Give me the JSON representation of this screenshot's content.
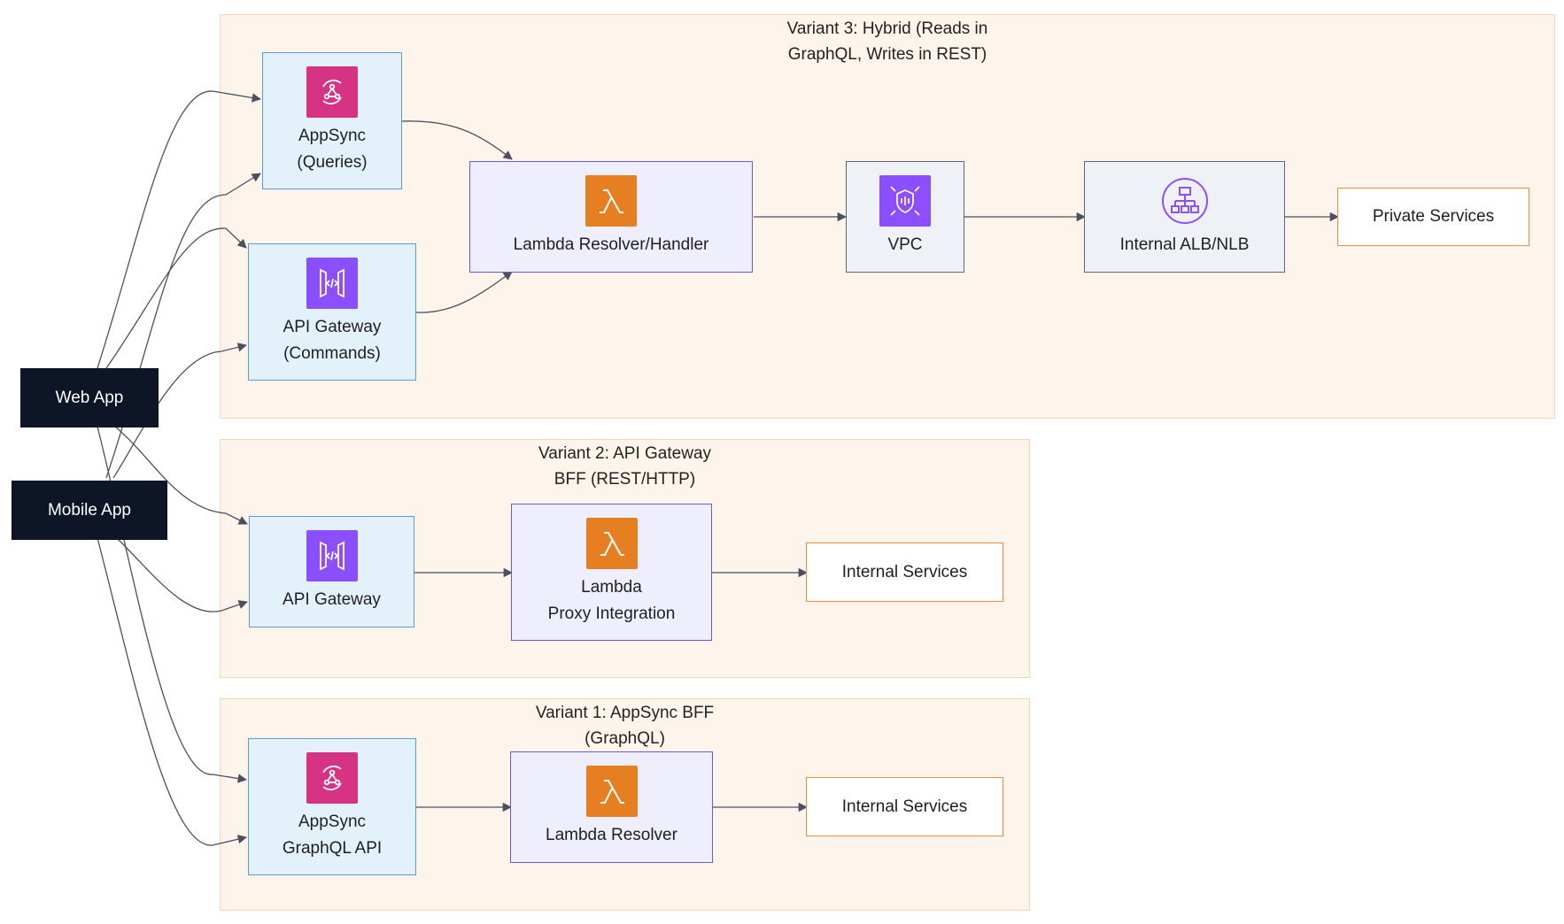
{
  "groups": {
    "variant3": "Variant 3: Hybrid (Reads in\nGraphQL, Writes in REST)",
    "variant2": "Variant 2: API Gateway\nBFF (REST/HTTP)",
    "variant1": "Variant 1: AppSync BFF\n(GraphQL)"
  },
  "clients": {
    "web": "Web App",
    "mobile": "Mobile App"
  },
  "v3": {
    "appsync": "AppSync\n(Queries)",
    "apigw": "API Gateway\n(Commands)",
    "lambda": "Lambda Resolver/Handler",
    "vpc": "VPC",
    "alb": "Internal ALB/NLB",
    "private": "Private Services"
  },
  "v2": {
    "apigw": "API Gateway",
    "lambda": "Lambda\nProxy Integration",
    "internal": "Internal Services"
  },
  "v1": {
    "appsync": "AppSync\nGraphQL API",
    "lambda": "Lambda Resolver",
    "internal": "Internal Services"
  },
  "icons": {
    "appsync": "appsync-icon",
    "apigw": "api-gateway-icon",
    "lambda": "lambda-icon",
    "vpc": "vpc-shield-icon",
    "alb": "load-balancer-icon"
  },
  "colors": {
    "group_fill": "#fdf5ec",
    "client_fill": "#0d1526",
    "appsync": "#d63384",
    "apigw": "#8c4fff",
    "lambda": "#e67e22",
    "edge": "#4a5060"
  }
}
